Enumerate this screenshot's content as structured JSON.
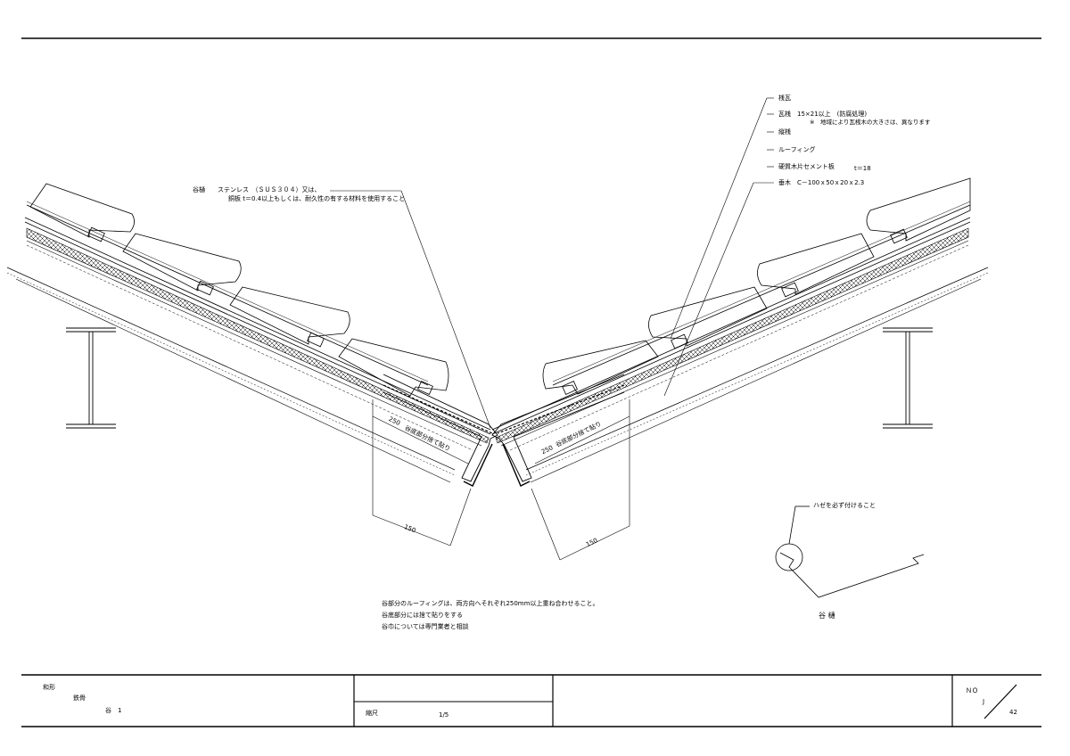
{
  "callouts_right": {
    "item1": "桟瓦",
    "item2_line1": "瓦桟　15×21以上　(防腐処理)",
    "item2_line2": "※　地域により瓦桟木の大きさは、異なります",
    "item3": "縦桟",
    "item4": "ルーフィング",
    "item5_label": "硬質木片セメント板",
    "item5_value": "t＝18",
    "item6": "垂木　C－100ｘ50ｘ20ｘ2.3"
  },
  "callout_left": {
    "line1": "谷樋　　ステンレス　（ＳＵＳ３０４）又は、",
    "line2": "銅板 t＝0.4以上もしくは、耐久性の有する材料を使用すること"
  },
  "dimensions": {
    "left_250": "250",
    "left_note": "谷底部分捨て貼り",
    "left_150": "150",
    "right_250": "250",
    "right_note": "谷底部分捨て貼り",
    "right_150": "150"
  },
  "gutter_detail": {
    "note": "ハゼを必ず付けること",
    "label": "谷 樋"
  },
  "notes": {
    "line1": "谷部分のルーフィングは、両方向へそれぞれ250mm以上重ね合わせること。",
    "line2": "谷底部分には捨て貼りをする",
    "line3": "谷巾については専門業者と相談"
  },
  "title_block": {
    "line1": "和形",
    "line2": "鉄骨",
    "line3": "谷　1",
    "scale_label": "縮尺",
    "scale_value": "1/5",
    "no_label": "ＮＯ",
    "no_letter": "J",
    "no_number": "42"
  }
}
